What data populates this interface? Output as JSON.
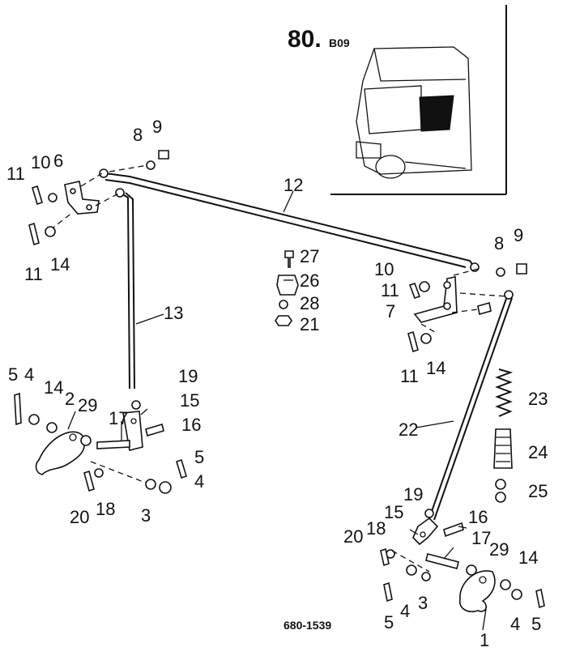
{
  "figure": {
    "group_number": "80.",
    "group_suffix": "B09",
    "document_number": "680-1539"
  },
  "callouts": {
    "c1": "1",
    "c2": "2",
    "c3a": "3",
    "c3b": "3",
    "c4a": "4",
    "c4b": "4",
    "c4c": "4",
    "c4d": "4",
    "c5a": "5",
    "c5b": "5",
    "c5c": "5",
    "c5d": "5",
    "c6": "6",
    "c7": "7",
    "c8a": "8",
    "c8b": "8",
    "c9a": "9",
    "c9b": "9",
    "c10a": "10",
    "c10b": "10",
    "c11a": "11",
    "c11b": "11",
    "c11c": "11",
    "c11d": "11",
    "c12": "12",
    "c13": "13",
    "c14a": "14",
    "c14b": "14",
    "c14c": "14",
    "c14d": "14",
    "c15a": "15",
    "c15b": "15",
    "c16a": "16",
    "c16b": "16",
    "c17a": "17",
    "c17b": "17",
    "c18a": "18",
    "c18b": "18",
    "c19a": "19",
    "c19b": "19",
    "c20a": "20",
    "c20b": "20",
    "c21": "21",
    "c22": "22",
    "c23": "23",
    "c24": "24",
    "c25": "25",
    "c26": "26",
    "c27": "27",
    "c28": "28",
    "c29a": "29",
    "c29b": "29"
  }
}
